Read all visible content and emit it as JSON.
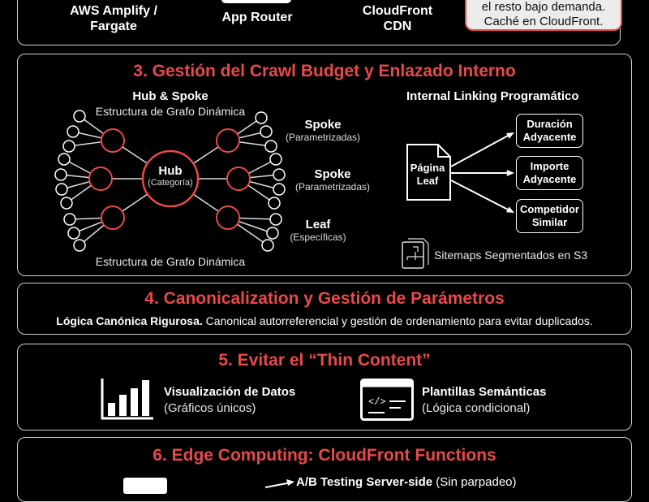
{
  "section2": {
    "items": [
      {
        "line1": "AWS Amplify /",
        "line2": "Fargate"
      },
      {
        "line1": "App Router"
      },
      {
        "line1": "CloudFront",
        "line2": "CDN"
      }
    ],
    "callout": {
      "line1": "el resto bajo demanda.",
      "line2": "Caché en CloudFront.",
      "border_color": "#e84a4a"
    }
  },
  "section3": {
    "title": "3. Gestión del Crawl Budget y Enlazado Interno",
    "hub_spoke": {
      "heading": "Hub & Spoke",
      "subheading": "Estructura de Grafo Dinámica",
      "footer": "Estructura de Grafo Dinámica",
      "hub_label": "Hub",
      "hub_sub": "(Categoría)",
      "legend": [
        {
          "label": "Spoke",
          "sub": "(Parametrizadas)"
        },
        {
          "label": "Spoke",
          "sub": "(Parametrizadas)"
        },
        {
          "label": "Leaf",
          "sub": "(Específicas)"
        }
      ]
    },
    "linking": {
      "heading": "Internal Linking Programático",
      "source": {
        "line1": "Página",
        "line2": "Leaf"
      },
      "targets": [
        {
          "line1": "Duración",
          "line2": "Adyacente"
        },
        {
          "line1": "Importe",
          "line2": "Adyacente"
        },
        {
          "line1": "Competidor",
          "line2": "Similar"
        }
      ],
      "sitemap": "Sitemaps Segmentados en S3"
    }
  },
  "section4": {
    "title": "4. Canonicalization y Gestión de Parámetros",
    "bold": "Lógica Canónica Rigurosa.",
    "text": " Canonical autorreferencial y gestión de ordenamiento para evitar duplicados."
  },
  "section5": {
    "title": "5. Evitar el “Thin Content”",
    "items": [
      {
        "label": "Visualización de Datos",
        "sub": "(Gráficos únicos)",
        "icon": "bar-chart-icon"
      },
      {
        "label": "Plantillas Semánticas",
        "sub": "(Lógica condicional)",
        "icon": "code-window-icon"
      }
    ]
  },
  "section6": {
    "title": "6. Edge Computing: CloudFront Functions",
    "item_bold": "A/B Testing Server-side",
    "item_sub": " (Sin parpadeo)"
  },
  "colors": {
    "accent": "#e84a4a",
    "background": "#000000"
  }
}
